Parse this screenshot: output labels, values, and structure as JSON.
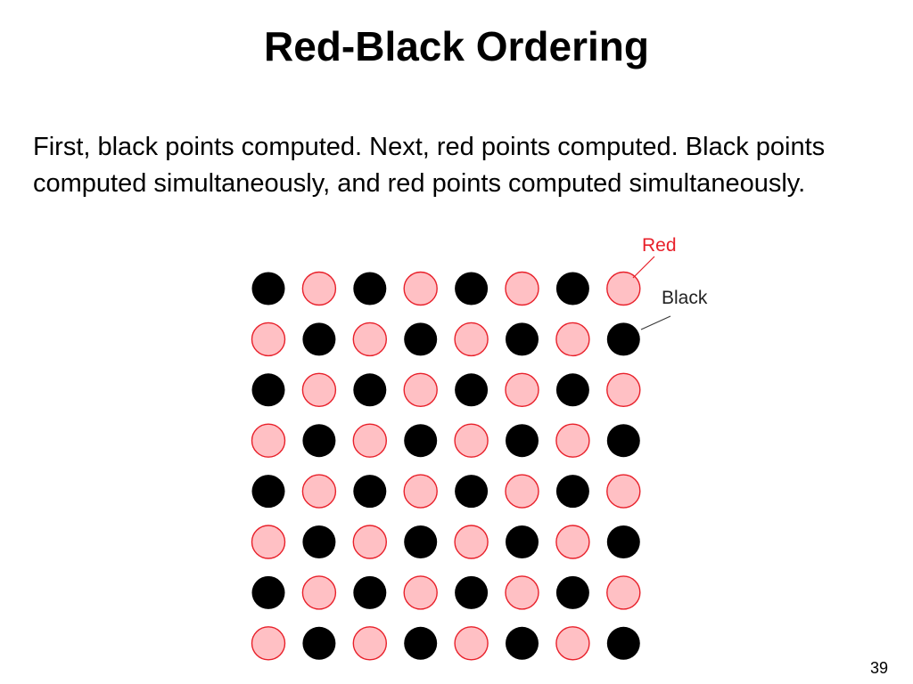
{
  "slide": {
    "title": "Red-Black Ordering",
    "body": "First, black points computed. Next, red points computed. Black points computed simultaneously, and red points computed simultaneously.",
    "page_number": "39"
  },
  "diagram": {
    "rows": 8,
    "cols": 8,
    "first_cell": "black",
    "colors": {
      "black_fill": "#000000",
      "red_fill": "#ffc0c4",
      "red_stroke": "#e8202a",
      "callout_red_line": "#e8202a",
      "callout_black_line": "#3a3a3a",
      "callout_red_text": "#e8202a",
      "callout_black_text": "#222222"
    },
    "callouts": {
      "red_label": "Red",
      "black_label": "Black"
    }
  }
}
